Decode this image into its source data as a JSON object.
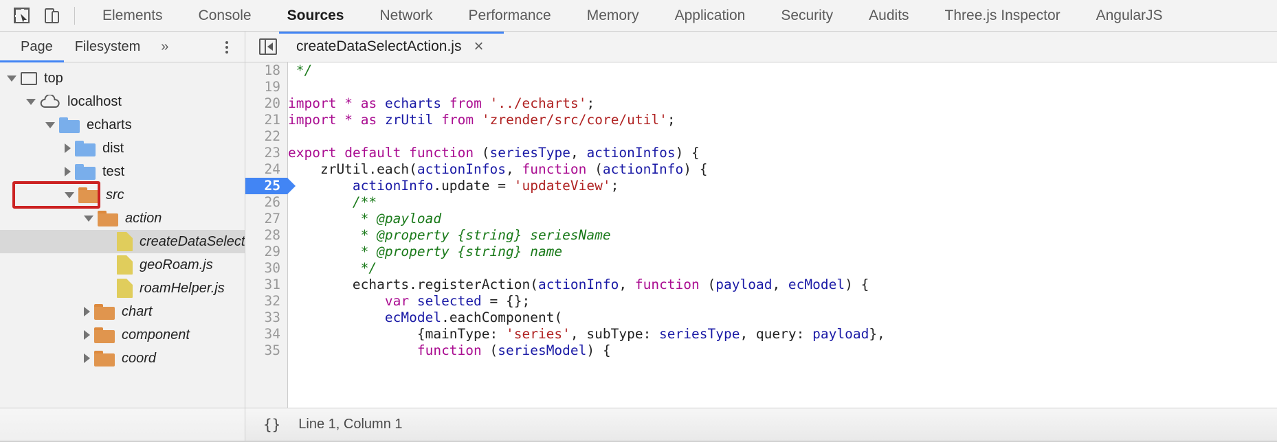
{
  "toolbar": {
    "inspect_icon": "inspect-element-icon",
    "device_icon": "device-toolbar-icon",
    "tabs": [
      {
        "label": "Elements",
        "active": false
      },
      {
        "label": "Console",
        "active": false
      },
      {
        "label": "Sources",
        "active": true
      },
      {
        "label": "Network",
        "active": false
      },
      {
        "label": "Performance",
        "active": false
      },
      {
        "label": "Memory",
        "active": false
      },
      {
        "label": "Application",
        "active": false
      },
      {
        "label": "Security",
        "active": false
      },
      {
        "label": "Audits",
        "active": false
      },
      {
        "label": "Three.js Inspector",
        "active": false
      },
      {
        "label": "AngularJS",
        "active": false
      }
    ]
  },
  "navigator": {
    "tabs": [
      {
        "label": "Page",
        "active": true
      },
      {
        "label": "Filesystem",
        "active": false
      }
    ],
    "more_label": "»",
    "kebab_name": "more-options-icon",
    "tree": [
      {
        "label": "top",
        "icon": "frame-icon",
        "twisty": "open",
        "depth": 0,
        "italic": false,
        "selected": false
      },
      {
        "label": "localhost",
        "icon": "cloud-icon",
        "twisty": "open",
        "depth": 1,
        "italic": false,
        "selected": false
      },
      {
        "label": "echarts",
        "icon": "folder-blue",
        "twisty": "open",
        "depth": 2,
        "italic": false,
        "selected": false
      },
      {
        "label": "dist",
        "icon": "folder-blue",
        "twisty": "closed",
        "depth": 3,
        "italic": false,
        "selected": false
      },
      {
        "label": "test",
        "icon": "folder-blue",
        "twisty": "closed",
        "depth": 3,
        "italic": false,
        "selected": false
      },
      {
        "label": "src",
        "icon": "folder-orange",
        "twisty": "open",
        "depth": 3,
        "italic": true,
        "selected": false
      },
      {
        "label": "action",
        "icon": "folder-orange",
        "twisty": "open",
        "depth": 4,
        "italic": true,
        "selected": false
      },
      {
        "label": "createDataSelectAction.js",
        "icon": "js-file-icon",
        "twisty": "none",
        "depth": 5,
        "italic": true,
        "selected": true
      },
      {
        "label": "geoRoam.js",
        "icon": "js-file-icon",
        "twisty": "none",
        "depth": 5,
        "italic": true,
        "selected": false
      },
      {
        "label": "roamHelper.js",
        "icon": "js-file-icon",
        "twisty": "none",
        "depth": 5,
        "italic": true,
        "selected": false
      },
      {
        "label": "chart",
        "icon": "folder-orange",
        "twisty": "closed",
        "depth": 4,
        "italic": true,
        "selected": false
      },
      {
        "label": "component",
        "icon": "folder-orange",
        "twisty": "closed",
        "depth": 4,
        "italic": true,
        "selected": false
      },
      {
        "label": "coord",
        "icon": "folder-orange",
        "twisty": "closed",
        "depth": 4,
        "italic": true,
        "selected": false
      }
    ],
    "annotation": {
      "target": "src",
      "color": "#cc2222"
    }
  },
  "editor": {
    "sidebar_toggle_icon": "show-navigator-icon",
    "open_file": "createDataSelectAction.js",
    "close_icon": "×",
    "current_line": 25,
    "first_visible_line": 18,
    "lines": [
      {
        "n": 18,
        "tokens": [
          {
            "t": " */",
            "c": "cmt"
          }
        ]
      },
      {
        "n": 19,
        "tokens": []
      },
      {
        "n": 20,
        "tokens": [
          {
            "t": "import",
            "c": "kw"
          },
          {
            "t": " ",
            "c": "plain"
          },
          {
            "t": "*",
            "c": "kw"
          },
          {
            "t": " ",
            "c": "plain"
          },
          {
            "t": "as",
            "c": "kw"
          },
          {
            "t": " ",
            "c": "plain"
          },
          {
            "t": "echarts",
            "c": "id"
          },
          {
            "t": " ",
            "c": "plain"
          },
          {
            "t": "from",
            "c": "kw"
          },
          {
            "t": " ",
            "c": "plain"
          },
          {
            "t": "'../echarts'",
            "c": "str"
          },
          {
            "t": ";",
            "c": "plain"
          }
        ]
      },
      {
        "n": 21,
        "tokens": [
          {
            "t": "import",
            "c": "kw"
          },
          {
            "t": " ",
            "c": "plain"
          },
          {
            "t": "*",
            "c": "kw"
          },
          {
            "t": " ",
            "c": "plain"
          },
          {
            "t": "as",
            "c": "kw"
          },
          {
            "t": " ",
            "c": "plain"
          },
          {
            "t": "zrUtil",
            "c": "id"
          },
          {
            "t": " ",
            "c": "plain"
          },
          {
            "t": "from",
            "c": "kw"
          },
          {
            "t": " ",
            "c": "plain"
          },
          {
            "t": "'zrender/src/core/util'",
            "c": "str"
          },
          {
            "t": ";",
            "c": "plain"
          }
        ]
      },
      {
        "n": 22,
        "tokens": []
      },
      {
        "n": 23,
        "tokens": [
          {
            "t": "export",
            "c": "kw"
          },
          {
            "t": " ",
            "c": "plain"
          },
          {
            "t": "default",
            "c": "kw"
          },
          {
            "t": " ",
            "c": "plain"
          },
          {
            "t": "function",
            "c": "kw"
          },
          {
            "t": " (",
            "c": "plain"
          },
          {
            "t": "seriesType",
            "c": "id"
          },
          {
            "t": ", ",
            "c": "plain"
          },
          {
            "t": "actionInfos",
            "c": "id"
          },
          {
            "t": ") {",
            "c": "plain"
          }
        ]
      },
      {
        "n": 24,
        "tokens": [
          {
            "t": "    zrUtil.each(",
            "c": "plain"
          },
          {
            "t": "actionInfos",
            "c": "id"
          },
          {
            "t": ", ",
            "c": "plain"
          },
          {
            "t": "function",
            "c": "kw"
          },
          {
            "t": " (",
            "c": "plain"
          },
          {
            "t": "actionInfo",
            "c": "id"
          },
          {
            "t": ") {",
            "c": "plain"
          }
        ]
      },
      {
        "n": 25,
        "tokens": [
          {
            "t": "        ",
            "c": "plain"
          },
          {
            "t": "actionInfo",
            "c": "id"
          },
          {
            "t": ".update = ",
            "c": "plain"
          },
          {
            "t": "'updateView'",
            "c": "str"
          },
          {
            "t": ";",
            "c": "plain"
          }
        ]
      },
      {
        "n": 26,
        "tokens": [
          {
            "t": "        /**",
            "c": "cmt"
          }
        ]
      },
      {
        "n": 27,
        "tokens": [
          {
            "t": "         * @payload",
            "c": "cmt"
          }
        ]
      },
      {
        "n": 28,
        "tokens": [
          {
            "t": "         * @property {string} seriesName",
            "c": "cmt"
          }
        ]
      },
      {
        "n": 29,
        "tokens": [
          {
            "t": "         * @property {string} name",
            "c": "cmt"
          }
        ]
      },
      {
        "n": 30,
        "tokens": [
          {
            "t": "         */",
            "c": "cmt"
          }
        ]
      },
      {
        "n": 31,
        "tokens": [
          {
            "t": "        echarts.registerAction(",
            "c": "plain"
          },
          {
            "t": "actionInfo",
            "c": "id"
          },
          {
            "t": ", ",
            "c": "plain"
          },
          {
            "t": "function",
            "c": "kw"
          },
          {
            "t": " (",
            "c": "plain"
          },
          {
            "t": "payload",
            "c": "id"
          },
          {
            "t": ", ",
            "c": "plain"
          },
          {
            "t": "ecModel",
            "c": "id"
          },
          {
            "t": ") {",
            "c": "plain"
          }
        ]
      },
      {
        "n": 32,
        "tokens": [
          {
            "t": "            ",
            "c": "plain"
          },
          {
            "t": "var",
            "c": "kw"
          },
          {
            "t": " ",
            "c": "plain"
          },
          {
            "t": "selected",
            "c": "id"
          },
          {
            "t": " = {};",
            "c": "plain"
          }
        ]
      },
      {
        "n": 33,
        "tokens": [
          {
            "t": "            ",
            "c": "plain"
          },
          {
            "t": "ecModel",
            "c": "id"
          },
          {
            "t": ".eachComponent(",
            "c": "plain"
          }
        ]
      },
      {
        "n": 34,
        "tokens": [
          {
            "t": "                {mainType: ",
            "c": "plain"
          },
          {
            "t": "'series'",
            "c": "str"
          },
          {
            "t": ", subType: ",
            "c": "plain"
          },
          {
            "t": "seriesType",
            "c": "id"
          },
          {
            "t": ", query: ",
            "c": "plain"
          },
          {
            "t": "payload",
            "c": "id"
          },
          {
            "t": "},",
            "c": "plain"
          }
        ]
      },
      {
        "n": 35,
        "tokens": [
          {
            "t": "                ",
            "c": "plain"
          },
          {
            "t": "function",
            "c": "kw"
          },
          {
            "t": " (",
            "c": "plain"
          },
          {
            "t": "seriesModel",
            "c": "id"
          },
          {
            "t": ") {",
            "c": "plain"
          }
        ]
      }
    ]
  },
  "statusbar": {
    "format_icon": "{}",
    "position_text": "Line 1, Column 1"
  },
  "colors": {
    "accent": "#4285f4",
    "annotation": "#cc2222",
    "folder_blue": "#79aeeb",
    "folder_orange": "#e0954e",
    "file_yellow": "#e0cd5c",
    "keyword": "#aa0d91",
    "identifier": "#1a1aa6",
    "string": "#b02222",
    "comment": "#1a7a1a"
  }
}
